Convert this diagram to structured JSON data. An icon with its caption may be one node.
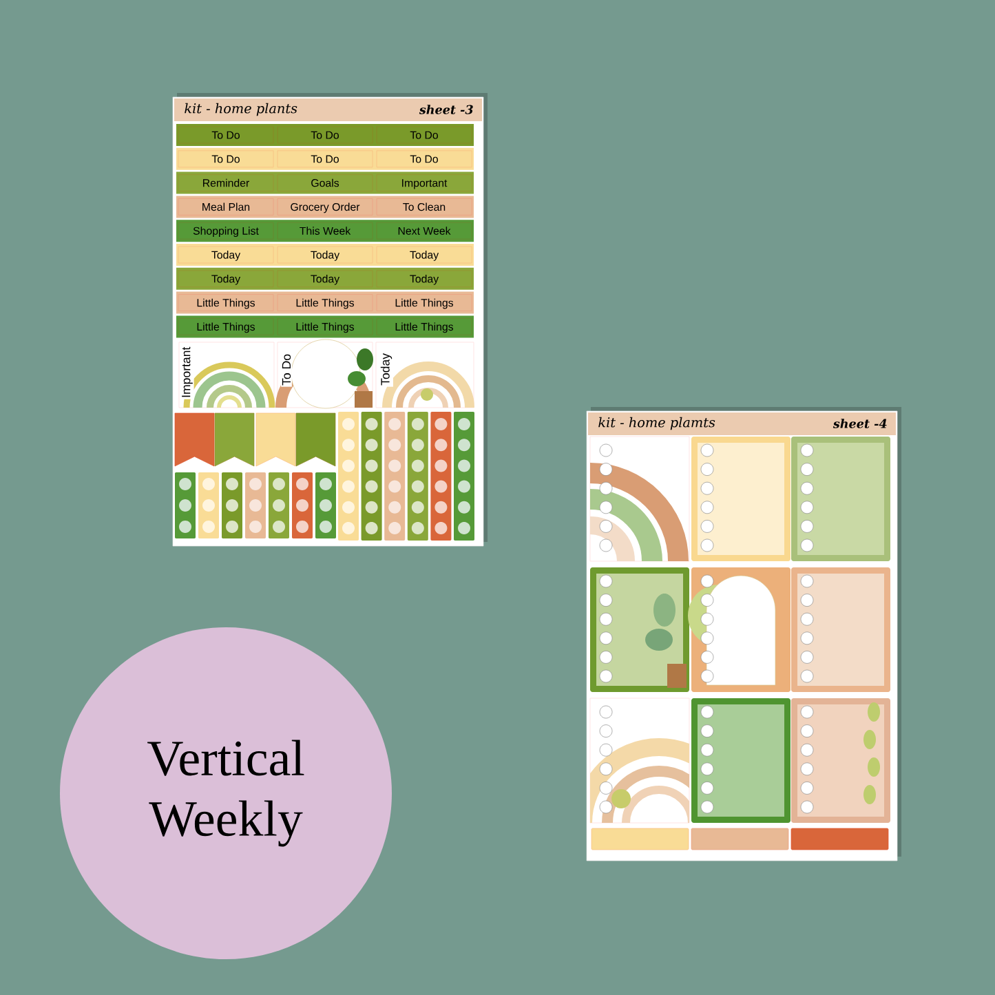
{
  "diagram": {
    "nodes": [
      {
        "text": [
          "kit - home plants",
          "sheet -3"
        ]
      },
      {
        "text": [
          "To Do"
        ],
        "in": 0
      },
      {
        "text": [
          "To Do"
        ],
        "in": 0
      },
      {
        "text": [
          "To Do"
        ],
        "in": 0
      },
      {
        "text": [
          "To Do"
        ],
        "in": 0
      },
      {
        "text": [
          "To Do"
        ],
        "in": 0
      },
      {
        "text": [
          "To Do"
        ],
        "in": 0
      },
      {
        "text": [
          "Reminder"
        ],
        "in": 0
      },
      {
        "text": [
          "Goals"
        ],
        "in": 0
      },
      {
        "text": [
          "Important"
        ],
        "in": 0
      },
      {
        "text": [
          "Meal Plan"
        ],
        "in": 0
      },
      {
        "text": [
          "Grocery Order"
        ],
        "in": 0
      },
      {
        "text": [
          "To Clean"
        ],
        "in": 0
      },
      {
        "text": [
          "Shopping List"
        ],
        "in": 0
      },
      {
        "text": [
          "This Week"
        ],
        "in": 0
      },
      {
        "text": [
          "Next Week"
        ],
        "in": 0
      },
      {
        "text": [
          "Today"
        ],
        "in": 0
      },
      {
        "text": [
          "Today"
        ],
        "in": 0
      },
      {
        "text": [
          "Today"
        ],
        "in": 0
      },
      {
        "text": [
          "Today"
        ],
        "in": 0
      },
      {
        "text": [
          "Today"
        ],
        "in": 0
      },
      {
        "text": [
          "Today"
        ],
        "in": 0
      },
      {
        "text": [
          "Little Things"
        ],
        "in": 0
      },
      {
        "text": [
          "Little Things"
        ],
        "in": 0
      },
      {
        "text": [
          "Little Things"
        ],
        "in": 0
      },
      {
        "text": [
          "Little Things"
        ],
        "in": 0
      },
      {
        "text": [
          "Little Things"
        ],
        "in": 0
      },
      {
        "text": [
          "Little Things"
        ],
        "in": 0
      },
      {
        "text": [
          "Important"
        ],
        "in": 0
      },
      {
        "text": [
          "To Do"
        ],
        "in": 0
      },
      {
        "text": [
          "Today"
        ],
        "in": 0
      },
      {
        "text": [
          "kit - home plamts",
          "sheet -4"
        ]
      },
      {
        "text": [
          "Vertical Weekly"
        ]
      }
    ]
  }
}
